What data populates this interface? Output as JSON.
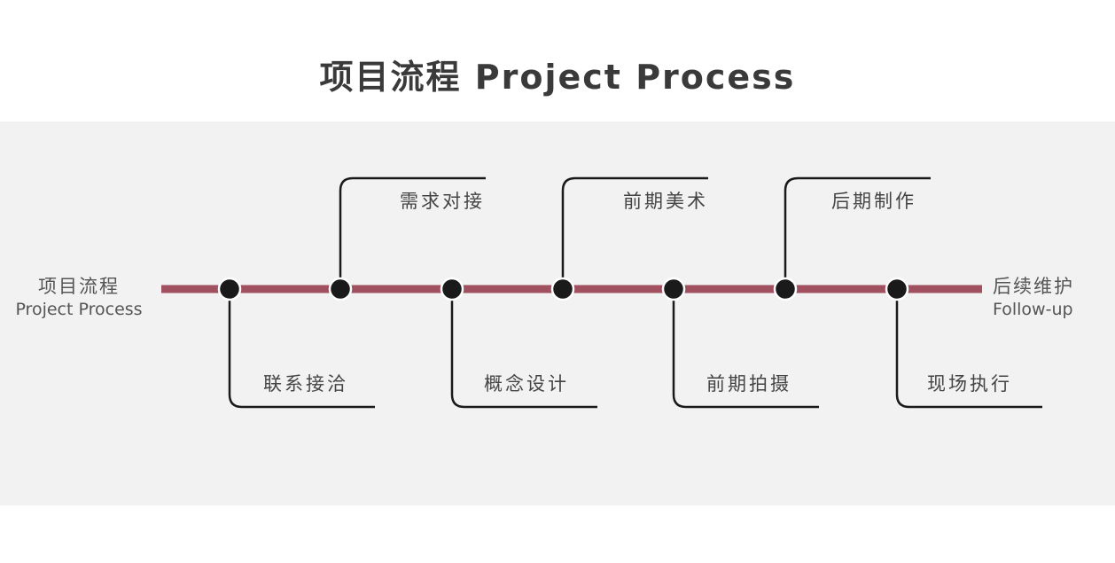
{
  "title": "项目流程  Project Process",
  "start": {
    "zh": "项目流程",
    "en": "Project Process"
  },
  "end": {
    "zh": "后续维护",
    "en": "Follow-up"
  },
  "steps_top": [
    "需求对接",
    "前期美术",
    "后期制作"
  ],
  "steps_bottom": [
    "联系接洽",
    "概念设计",
    "前期拍摄",
    "现场执行"
  ],
  "colors": {
    "timeline": "#a0505f",
    "node": "#1a1a1a",
    "connector": "#1a1a1a",
    "band": "#f2f2f2"
  }
}
